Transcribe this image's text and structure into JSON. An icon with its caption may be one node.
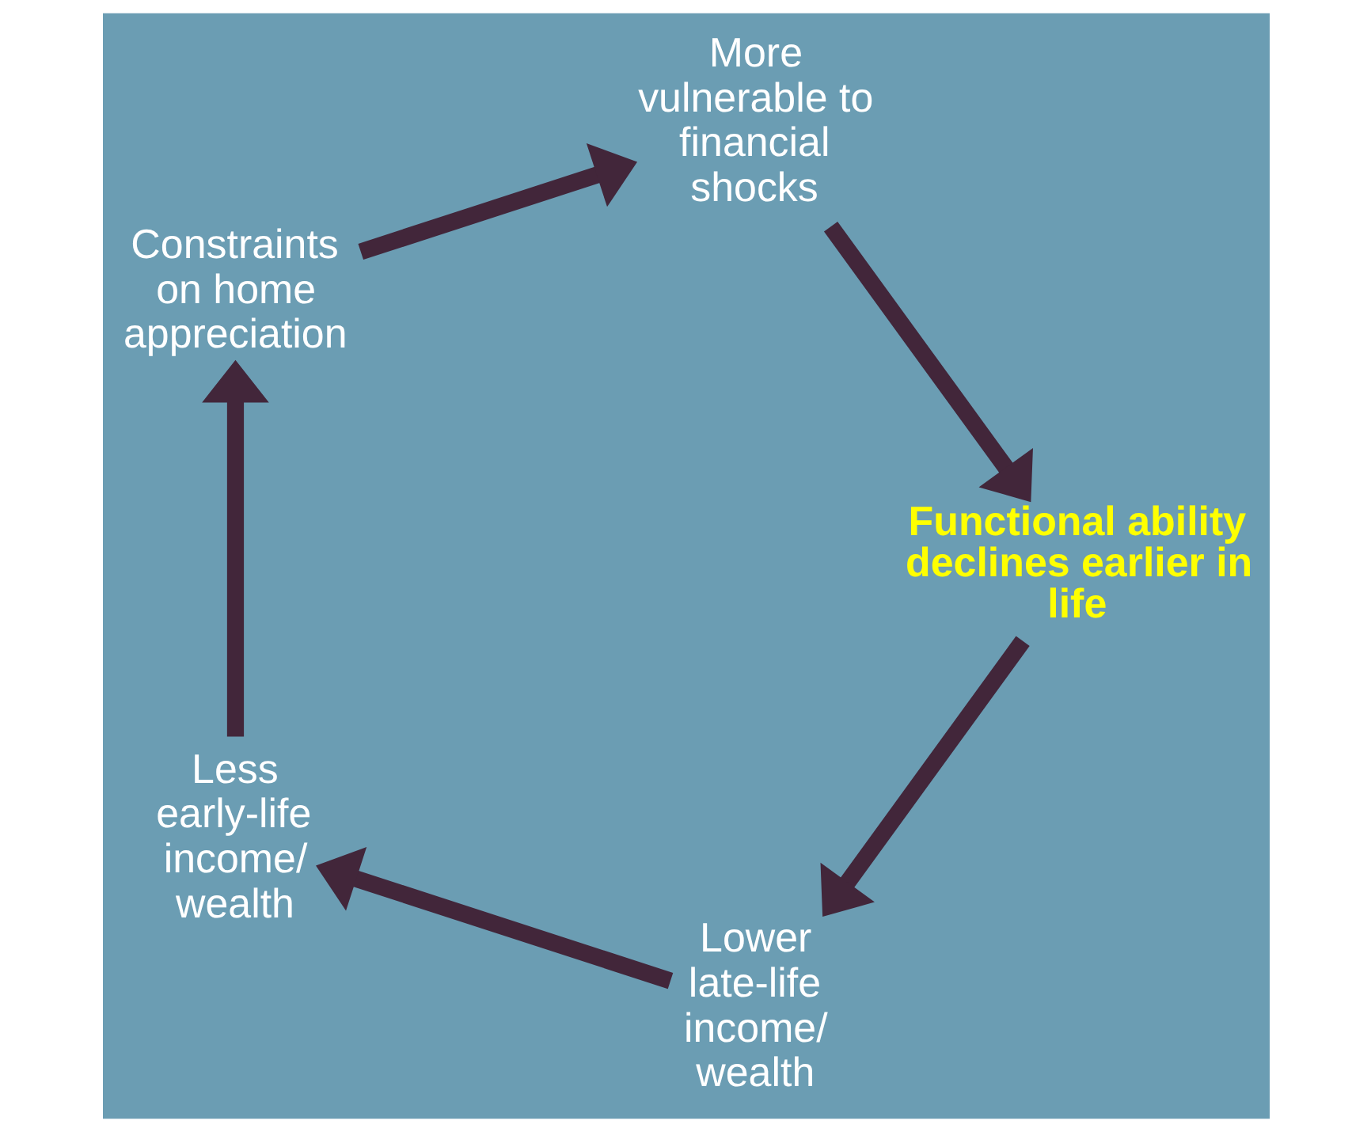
{
  "diagram": {
    "nodes": [
      {
        "text": [
          "Lower late-life income/ wealth"
        ]
      },
      {
        "text": [
          "Less early-life income/ wealth"
        ]
      },
      {
        "text": [
          "Functional ability declines earlier in life"
        ]
      },
      {
        "text": [
          "Constraints on home appreciation"
        ]
      },
      {
        "text": [
          "More vulnerable to financial shocks"
        ]
      }
    ],
    "edges": [
      {
        "from": 0,
        "to": 1,
        "arrow": "to"
      },
      {
        "from": 1,
        "to": 3,
        "arrow": "to"
      },
      {
        "from": 3,
        "to": 4,
        "arrow": "to"
      },
      {
        "from": 4,
        "to": 2,
        "arrow": "to"
      },
      {
        "from": 2,
        "to": 0,
        "arrow": "to"
      }
    ]
  }
}
